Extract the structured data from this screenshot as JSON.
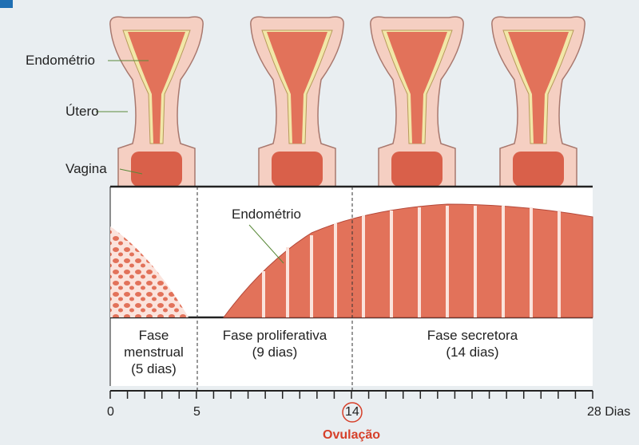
{
  "labels": {
    "endometrio": "Endométrio",
    "utero": "Útero",
    "vagina": "Vagina",
    "endometrio_chart": "Endométrio"
  },
  "phases": [
    {
      "line1": "Fase",
      "line2": "menstrual",
      "duration": "(5 dias)"
    },
    {
      "line1": "Fase proliferativa",
      "duration": "(9 dias)"
    },
    {
      "line1": "Fase secretora",
      "duration": "(14 dias)"
    }
  ],
  "axis": {
    "labels": [
      "0",
      "5",
      "14",
      "28"
    ],
    "unit": "Dias",
    "ovulation_label": "Ovulação",
    "min_day": 0,
    "max_day": 28
  },
  "colors": {
    "endometrium": "#e2725a",
    "ovulation": "#d6402a",
    "leader": "#5a8a3a"
  }
}
